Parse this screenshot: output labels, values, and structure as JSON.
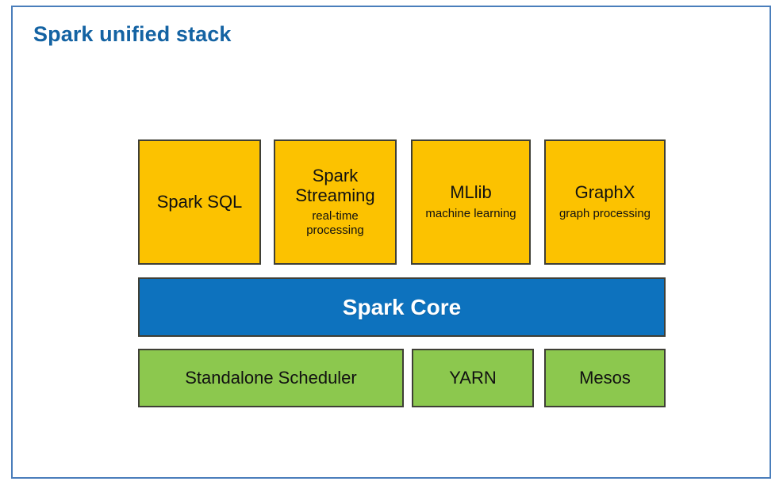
{
  "slide": {
    "title": "Spark unified stack",
    "title_color": "#1463a3",
    "frame_border_color": "#4a7ebb",
    "background_color": "#ffffff"
  },
  "palette": {
    "orange": "#fcc200",
    "blue": "#0d72be",
    "green": "#8cc84e",
    "box_border": "#3f3f36",
    "text_dark": "#111111",
    "text_light": "#ffffff"
  },
  "diagram": {
    "layers": [
      {
        "name": "libraries",
        "color": "#fcc200",
        "boxes": [
          {
            "title": "Spark SQL",
            "subtitle": ""
          },
          {
            "title": "Spark\nStreaming",
            "title_line1": "Spark",
            "title_line2": "Streaming",
            "subtitle_line1": "real-time",
            "subtitle_line2": "processing"
          },
          {
            "title": "MLlib",
            "subtitle": "machine learning"
          },
          {
            "title": "GraphX",
            "subtitle": "graph processing"
          }
        ]
      },
      {
        "name": "core",
        "color": "#0d72be",
        "boxes": [
          {
            "title": "Spark Core",
            "subtitle": ""
          }
        ]
      },
      {
        "name": "cluster-managers",
        "color": "#8cc84e",
        "boxes": [
          {
            "title": "Standalone Scheduler",
            "subtitle": ""
          },
          {
            "title": "YARN",
            "subtitle": ""
          },
          {
            "title": "Mesos",
            "subtitle": ""
          }
        ]
      }
    ]
  }
}
